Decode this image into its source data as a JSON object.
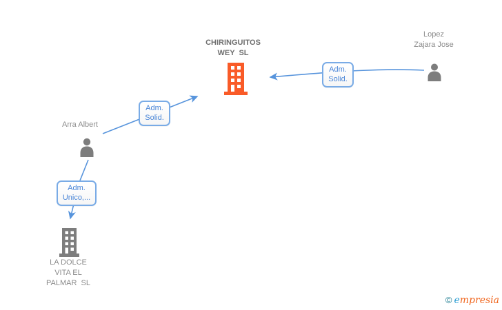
{
  "diagram_type": "corporate-relationship-graph",
  "colors": {
    "background": "#ffffff",
    "edge_blue": "#5794dc",
    "label_border": "#79abe6",
    "label_text": "#4a86d8",
    "company_main_orange": "#f95b28",
    "icon_gray": "#7d7d7d",
    "name_text_gray": "#8b8b8b",
    "company_name_gray": "#6f6f6f"
  },
  "nodes": {
    "company_main": {
      "line1": "CHIRINGUITOS",
      "line2": "WEY  SL",
      "type": "company"
    },
    "person_lopez": {
      "line1": "Lopez",
      "line2": "Zajara Jose",
      "type": "person"
    },
    "person_arra": {
      "line1": "Arra Albert",
      "type": "person"
    },
    "company_dolce": {
      "line1": "LA DOLCE",
      "line2": "VITA EL",
      "line3": "PALMAR  SL",
      "type": "company"
    }
  },
  "edges": [
    {
      "from": "Lopez Zajara Jose",
      "to": "CHIRINGUITOS WEY SL",
      "label": {
        "line1": "Adm.",
        "line2": "Solid."
      }
    },
    {
      "from": "Arra Albert",
      "to": "CHIRINGUITOS WEY SL",
      "label": {
        "line1": "Adm.",
        "line2": "Solid."
      }
    },
    {
      "from": "Arra Albert",
      "to": "LA DOLCE VITA EL PALMAR SL",
      "label": {
        "line1": "Adm.",
        "line2": "Unico,..."
      }
    }
  ],
  "watermark": {
    "copyright": "©",
    "brand_e": "e",
    "brand_rest": "mpresia"
  }
}
